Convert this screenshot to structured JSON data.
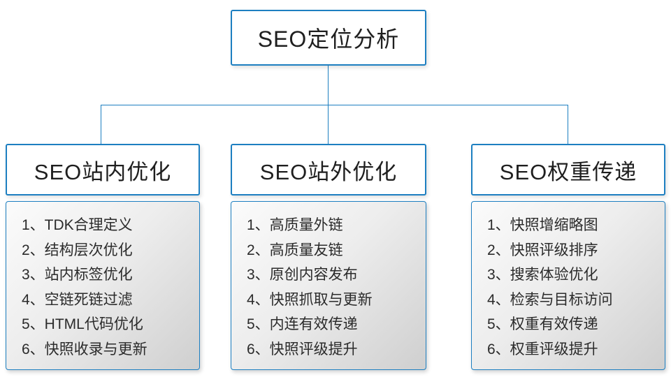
{
  "root": {
    "title": "SEO定位分析"
  },
  "columns": [
    {
      "title": "SEO站内优化",
      "items": [
        "1、TDK合理定义",
        "2、结构层次优化",
        "3、站内标签优化",
        "4、空链死链过滤",
        "5、HTML代码优化",
        "6、快照收录与更新"
      ]
    },
    {
      "title": "SEO站外优化",
      "items": [
        "1、高质量外链",
        "2、高质量友链",
        "3、原创内容发布",
        "4、快照抓取与更新",
        "5、内连有效传递",
        "6、快照评级提升"
      ]
    },
    {
      "title": "SEO权重传递",
      "items": [
        "1、快照增缩略图",
        "2、快照评级排序",
        "3、搜索体验优化",
        "4、检索与目标访问",
        "5、权重有效传递",
        "6、权重评级提升"
      ]
    }
  ],
  "colors": {
    "accent_border": "#1d7fc1",
    "connector_line": "#1d7fc1",
    "list_gradient_start": "#fbfbfb",
    "list_gradient_end": "#cfcfcf",
    "text": "#2b2b2b"
  }
}
